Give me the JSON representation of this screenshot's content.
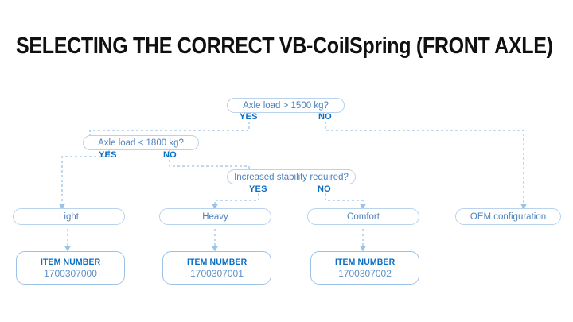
{
  "title": "SELECTING THE CORRECT VB-CoilSpring (FRONT AXLE)",
  "colors": {
    "title": "#101010",
    "node_border": "#b9d3ef",
    "node_text": "#4d82bd",
    "accent_blue": "#0a6ec4",
    "edge": "#9cc2e8",
    "background": "#ffffff"
  },
  "decisions": [
    {
      "id": "axle-load-1500",
      "text": "Axle load > 1500 kg?",
      "yes_label": "YES",
      "no_label": "NO"
    },
    {
      "id": "axle-load-1800",
      "text": "Axle load < 1800 kg?",
      "yes_label": "YES",
      "no_label": "NO"
    },
    {
      "id": "increased-stability",
      "text": "Increased stability required?",
      "yes_label": "YES",
      "no_label": "NO"
    }
  ],
  "results": [
    {
      "id": "light",
      "text": "Light"
    },
    {
      "id": "heavy",
      "text": "Heavy"
    },
    {
      "id": "comfort",
      "text": "Comfort"
    },
    {
      "id": "oem",
      "text": "OEM configuration"
    }
  ],
  "items": [
    {
      "id": "item-light",
      "label": "ITEM NUMBER",
      "value": "1700307000"
    },
    {
      "id": "item-heavy",
      "label": "ITEM NUMBER",
      "value": "1700307001"
    },
    {
      "id": "item-comfort",
      "label": "ITEM NUMBER",
      "value": "1700307002"
    }
  ],
  "chart_data": {
    "type": "diagram",
    "title": "SELECTING THE CORRECT VB-CoilSpring (FRONT AXLE)",
    "nodes": [
      {
        "id": "axle-load-1500",
        "kind": "decision",
        "text": "Axle load > 1500 kg?"
      },
      {
        "id": "axle-load-1800",
        "kind": "decision",
        "text": "Axle load < 1800 kg?"
      },
      {
        "id": "increased-stability",
        "kind": "decision",
        "text": "Increased stability required?"
      },
      {
        "id": "light",
        "kind": "result",
        "text": "Light"
      },
      {
        "id": "heavy",
        "kind": "result",
        "text": "Heavy"
      },
      {
        "id": "comfort",
        "kind": "result",
        "text": "Comfort"
      },
      {
        "id": "oem",
        "kind": "result",
        "text": "OEM configuration"
      },
      {
        "id": "item-light",
        "kind": "item",
        "text": "ITEM NUMBER 1700307000"
      },
      {
        "id": "item-heavy",
        "kind": "item",
        "text": "ITEM NUMBER 1700307001"
      },
      {
        "id": "item-comfort",
        "kind": "item",
        "text": "ITEM NUMBER 1700307002"
      }
    ],
    "edges": [
      {
        "from": "axle-load-1500",
        "to": "axle-load-1800",
        "label": "YES"
      },
      {
        "from": "axle-load-1500",
        "to": "oem",
        "label": "NO"
      },
      {
        "from": "axle-load-1800",
        "to": "light",
        "label": "YES"
      },
      {
        "from": "axle-load-1800",
        "to": "increased-stability",
        "label": "NO"
      },
      {
        "from": "increased-stability",
        "to": "heavy",
        "label": "YES"
      },
      {
        "from": "increased-stability",
        "to": "comfort",
        "label": "NO"
      },
      {
        "from": "light",
        "to": "item-light",
        "label": ""
      },
      {
        "from": "heavy",
        "to": "item-heavy",
        "label": ""
      },
      {
        "from": "comfort",
        "to": "item-comfort",
        "label": ""
      }
    ]
  }
}
